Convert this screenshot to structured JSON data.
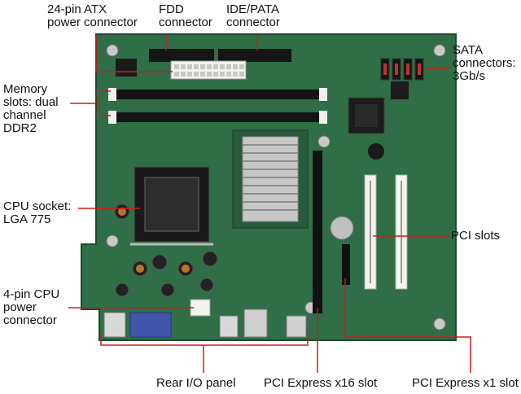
{
  "labels": {
    "atx": [
      "24-pin ATX",
      "power connector"
    ],
    "fdd": [
      "FDD",
      "connector"
    ],
    "ide": [
      "IDE/PATA",
      "connector"
    ],
    "sata": [
      "SATA",
      "connectors:",
      "3Gb/s"
    ],
    "memory": [
      "Memory",
      "slots: dual",
      "channel",
      "DDR2"
    ],
    "cpu_socket": [
      "CPU socket:",
      "LGA 775"
    ],
    "pci": [
      "PCI slots"
    ],
    "cpu_power": [
      "4-pin CPU",
      "power",
      "connector"
    ],
    "rear_io": "Rear I/O panel",
    "pcie16": "PCI Express x16 slot",
    "pcie1": "PCI Express x1 slot"
  },
  "colors": {
    "pcb": "#2f6e46",
    "pcb_dark": "#1f4f32",
    "leader_line": "#d11b1b",
    "label_text": "#111111"
  }
}
